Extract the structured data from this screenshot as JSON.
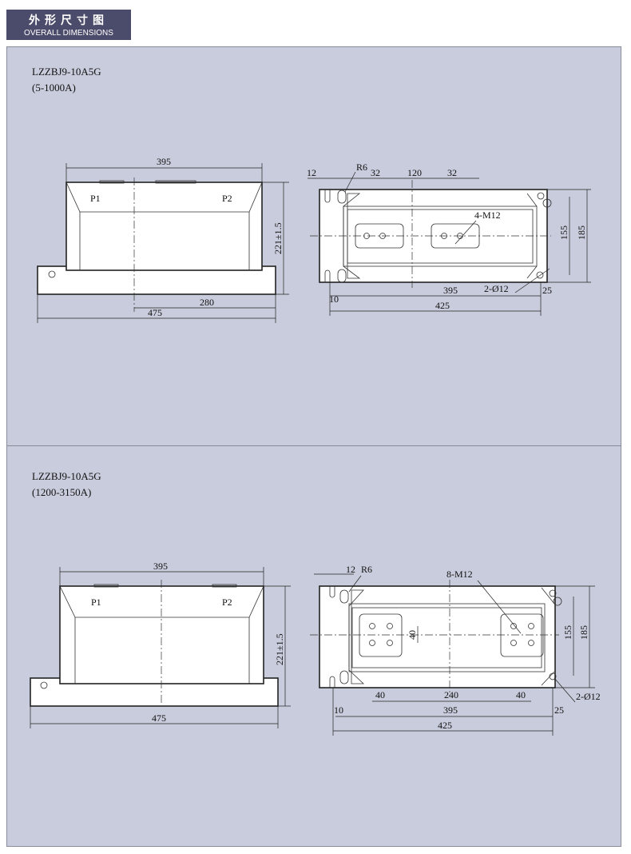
{
  "header": {
    "title_cn": "外形尺寸图",
    "title_en": "OVERALL DIMENSIONS"
  },
  "sections": [
    {
      "model": "LZZBJ9-10A5G",
      "range": "(5-1000A)",
      "side_view": {
        "width": "395",
        "height": "221±1.5",
        "base_span": "280",
        "total_length": "475",
        "terminal_1": "P1",
        "terminal_2": "P2"
      },
      "top_view": {
        "slot_width": "12",
        "radius": "R6",
        "bolt_spacing_1": "32",
        "center_spacing": "120",
        "bolt_spacing_2": "32",
        "bolts": "4-M12",
        "inner_height": "155",
        "outer_height": "185",
        "mount_holes": "2-Ø12",
        "edge_offset": "10",
        "hole_span": "395",
        "overall": "425",
        "end_offset": "25"
      }
    },
    {
      "model": "LZZBJ9-10A5G",
      "range": "(1200-3150A)",
      "side_view": {
        "width": "395",
        "height": "221±1.5",
        "total_length": "475",
        "terminal_1": "P1",
        "terminal_2": "P2"
      },
      "top_view": {
        "slot_width": "12",
        "radius": "R6",
        "bolts": "8-M12",
        "bolt_pitch_v": "40",
        "bolt_pitch_left": "40",
        "center_spacing": "240",
        "bolt_pitch_right": "40",
        "inner_height": "155",
        "outer_height": "185",
        "mount_holes": "2-Ø12",
        "edge_offset": "10",
        "hole_span": "395",
        "overall": "425",
        "end_offset": "25"
      }
    }
  ]
}
